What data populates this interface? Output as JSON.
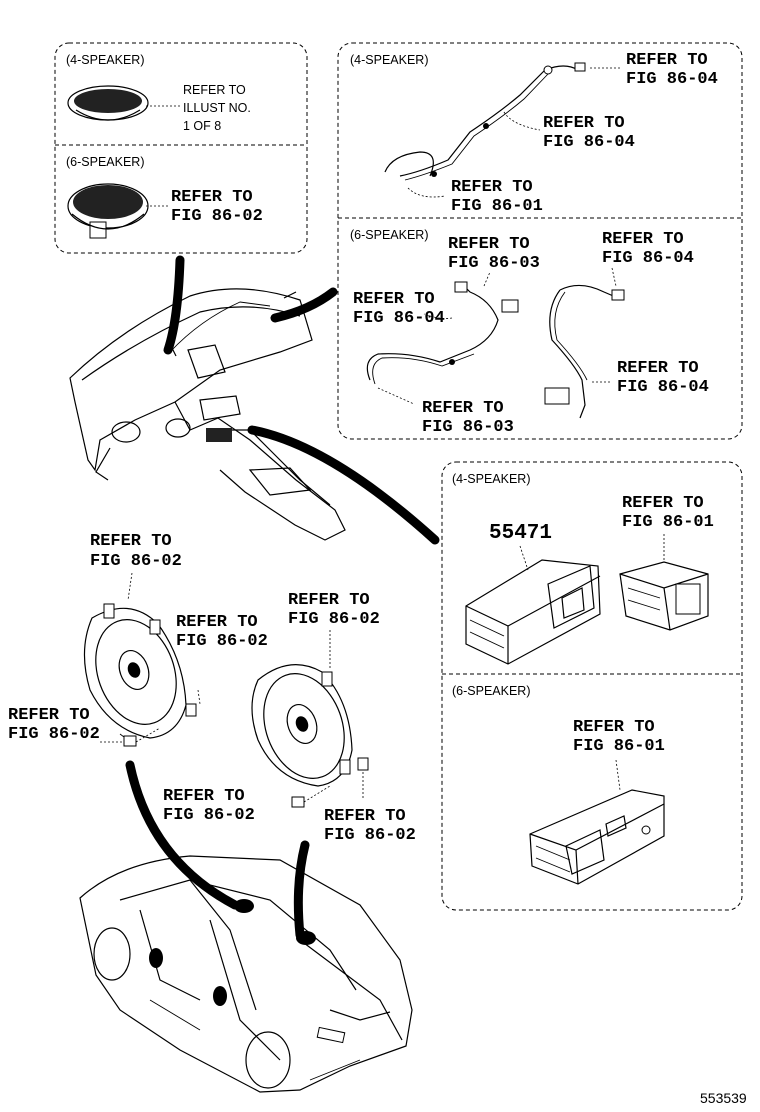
{
  "labels": {
    "four_speaker": "(4-SPEAKER)",
    "six_speaker": "(6-SPEAKER)"
  },
  "tweeter_note": [
    "REFER TO",
    "ILLUST NO.",
    "1 OF 8"
  ],
  "refs": {
    "tw6": [
      "REFER TO",
      "FIG 86-02"
    ],
    "w4a": [
      "REFER TO",
      "FIG 86-04"
    ],
    "w4b": [
      "REFER TO",
      "FIG 86-04"
    ],
    "w4c": [
      "REFER TO",
      "FIG 86-01"
    ],
    "w6a": [
      "REFER TO",
      "FIG 86-03"
    ],
    "w6b": [
      "REFER TO",
      "FIG 86-04"
    ],
    "w6c": [
      "REFER TO",
      "FIG 86-04"
    ],
    "w6d": [
      "REFER TO",
      "FIG 86-04"
    ],
    "w6e": [
      "REFER TO",
      "FIG 86-03"
    ],
    "j4": [
      "REFER TO",
      "FIG 86-01"
    ],
    "j6": [
      "REFER TO",
      "FIG 86-01"
    ],
    "s1": [
      "REFER TO",
      "FIG 86-02"
    ],
    "s2": [
      "REFER TO",
      "FIG 86-02"
    ],
    "s3": [
      "REFER TO",
      "FIG 86-02"
    ],
    "s4": [
      "REFER TO",
      "FIG 86-02"
    ],
    "s5": [
      "REFER TO",
      "FIG 86-02"
    ],
    "s6": [
      "REFER TO",
      "FIG 86-02"
    ]
  },
  "part_number": "55471",
  "illustration_code": "553539"
}
